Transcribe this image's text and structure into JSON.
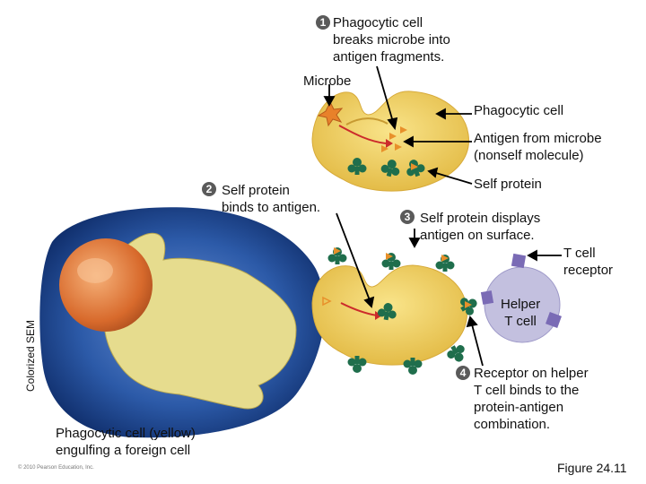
{
  "steps": {
    "s1": {
      "num": "1",
      "text": "Phagocytic cell\nbreaks microbe into\nantigen fragments."
    },
    "s2": {
      "num": "2",
      "text": "Self protein\nbinds to antigen."
    },
    "s3": {
      "num": "3",
      "text": "Self protein displays\nantigen on surface."
    },
    "s4": {
      "num": "4",
      "text": "Receptor on helper\nT cell binds to the\nprotein-antigen\ncombination."
    }
  },
  "labels": {
    "microbe": "Microbe",
    "phagocytic_cell": "Phagocytic cell",
    "antigen": "Antigen from microbe\n(nonself molecule)",
    "self_protein": "Self protein",
    "tcell_receptor": "T cell\nreceptor",
    "helper_tcell": "Helper\nT cell",
    "sem_caption": "Phagocytic cell (yellow)\nengulfing a foreign cell",
    "colorized_sem": "Colorized SEM",
    "copyright": "© 2010 Pearson Education, Inc.",
    "figure": "Figure 24.11"
  },
  "colors": {
    "cell_yellow": "#f3d35c",
    "cell_shade": "#e0b53c",
    "protein_green": "#1f6e4c",
    "antigen_orange": "#e8902a",
    "arrow_red": "#cc2b2b",
    "tcell_purple": "#c3c0df",
    "receptor_purple": "#7a6bb5",
    "sem_blue": "#2c5aa8"
  }
}
